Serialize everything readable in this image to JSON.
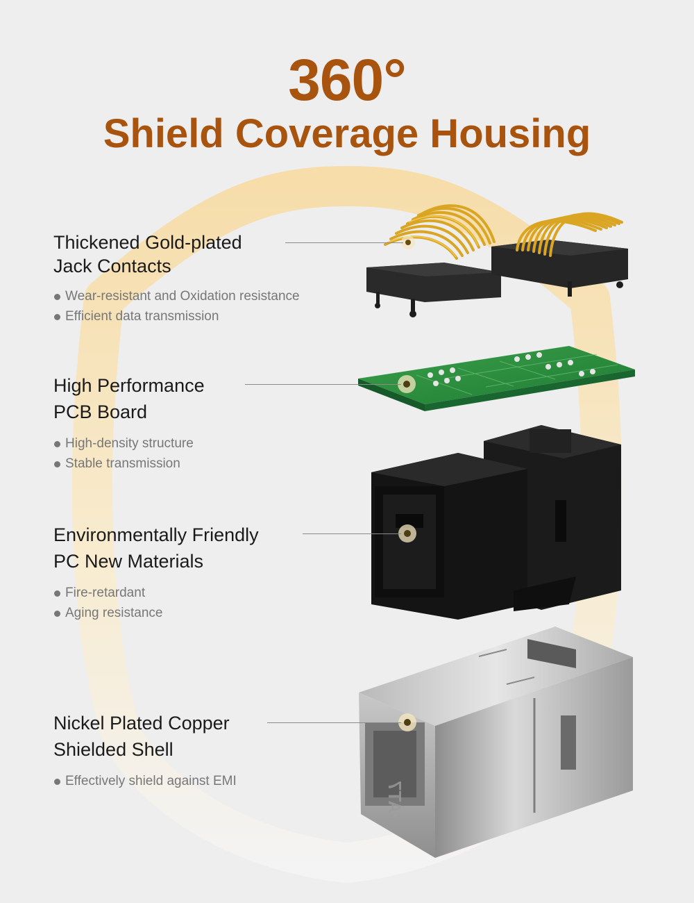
{
  "title": {
    "line1": "360°",
    "line2": "Shield Coverage Housing"
  },
  "colors": {
    "title": "#a9540e",
    "background": "#eeeeee",
    "shield_arc": "#f7dba3"
  },
  "features": [
    {
      "heading": "Thickened Gold-plated\nJack Contacts",
      "bullets": [
        "Wear-resistant and Oxidation resistance",
        "Efficient data transmission"
      ]
    },
    {
      "heading": "High Performance\nPCB Board",
      "bullets": [
        "High-density structure",
        "Stable transmission"
      ]
    },
    {
      "heading": "Environmentally Friendly\nPC New Materials",
      "bullets": [
        "Fire-retardant",
        "Aging resistance"
      ]
    },
    {
      "heading": "Nickel Plated Copper\nShielded Shell",
      "bullets": [
        "Effectively shield against EMI"
      ]
    }
  ],
  "shell_engraving": "CAT7"
}
